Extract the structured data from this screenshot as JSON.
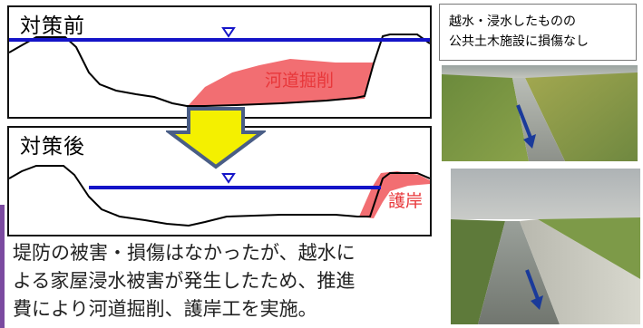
{
  "before_panel": {
    "title": "対策前",
    "excavation_label": "河道掘削"
  },
  "after_panel": {
    "title": "対策後",
    "revetment_label": "護岸"
  },
  "photo_caption": {
    "line1": "越水・浸水したものの",
    "line2": "公共土木施設に損傷なし"
  },
  "summary": {
    "line1": "堤防の被害・損傷はなかったが、越水に",
    "line2": "よる家屋浸水被害が発生したため、推進",
    "line3": "費により河道掘削、護岸工を実施。"
  },
  "colors": {
    "water_line": "#1414c8",
    "red_area": "#f26e72",
    "red_text": "#e8373a",
    "arrow_fill": "#f4f000",
    "arrow_stroke": "#4a5e86",
    "accent": "#7b4aa0"
  },
  "icons": {
    "water_level": "triangle-down-icon",
    "flow_direction": "down-arrow-icon",
    "transition": "big-down-arrow-icon"
  }
}
